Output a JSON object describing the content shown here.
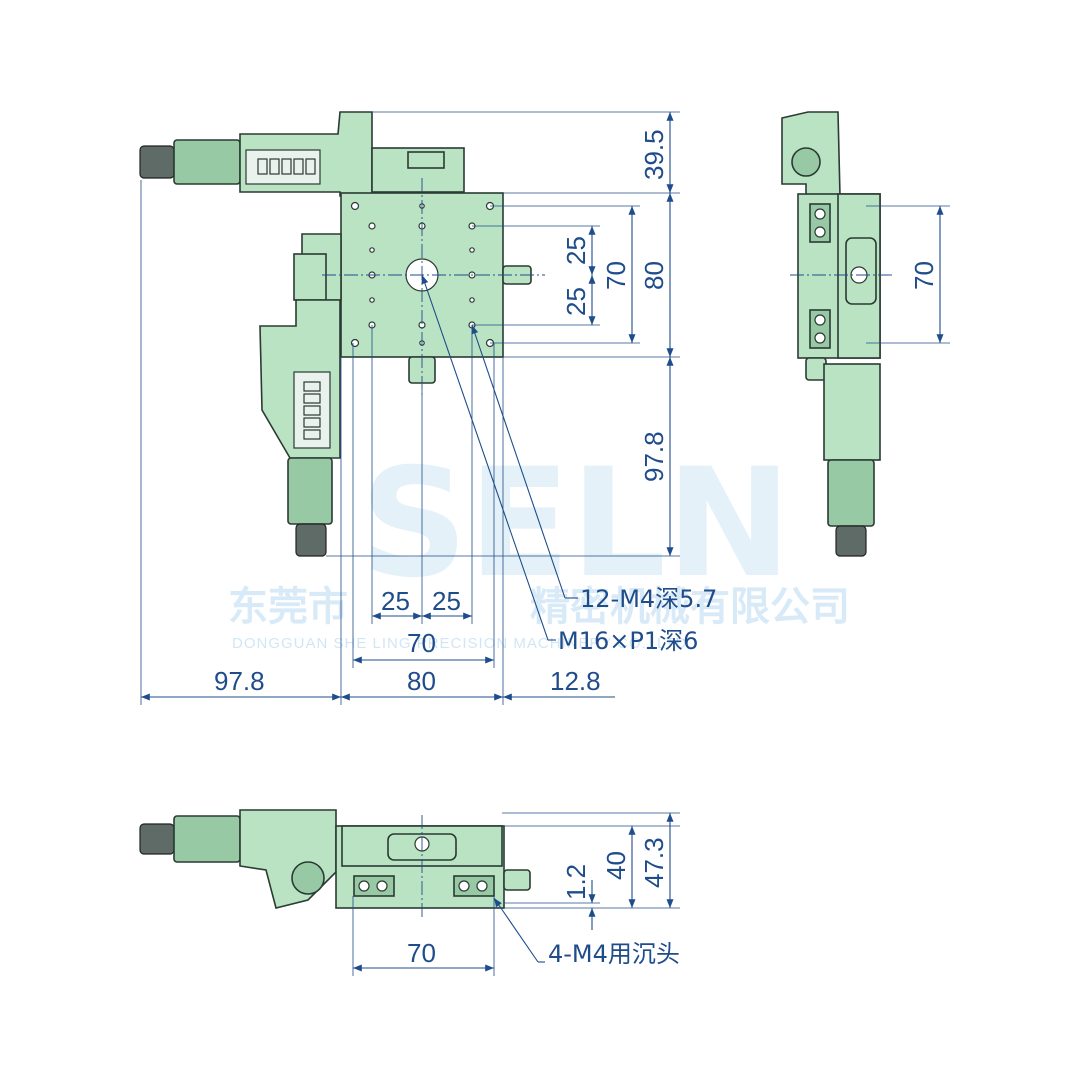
{
  "dimensions": {
    "top_height": "39.5",
    "pitch_25_upper": "25",
    "pitch_25_lower": "25",
    "hole_pitch_70": "70",
    "table_80_vertical": "80",
    "micrometer_97_8_vertical": "97.8",
    "side_70": "70",
    "bottom_25_left": "25",
    "bottom_25_right": "25",
    "bottom_70": "70",
    "bottom_80": "80",
    "bottom_97_8": "97.8",
    "bottom_12_8": "12.8",
    "front_1_2": "1.2",
    "front_40": "40",
    "front_47_3": "47.3",
    "front_70": "70"
  },
  "callouts": {
    "tapped_holes": "12-M4深5.7",
    "center_thread": "M16×P1深6",
    "mount_holes": "4-M4用沉头"
  },
  "watermark": {
    "logo": "SELN",
    "company_cn": "东莞市",
    "company_cn_tail": "精密机械有限公司",
    "company_en": "DONGGUAN SHE  LING PRECISION MACHINERY CO., LTD."
  },
  "colors": {
    "part_fill": "#b9e3c3",
    "dimension_line": "#1f4c8a",
    "watermark": "#2d8fd6"
  }
}
